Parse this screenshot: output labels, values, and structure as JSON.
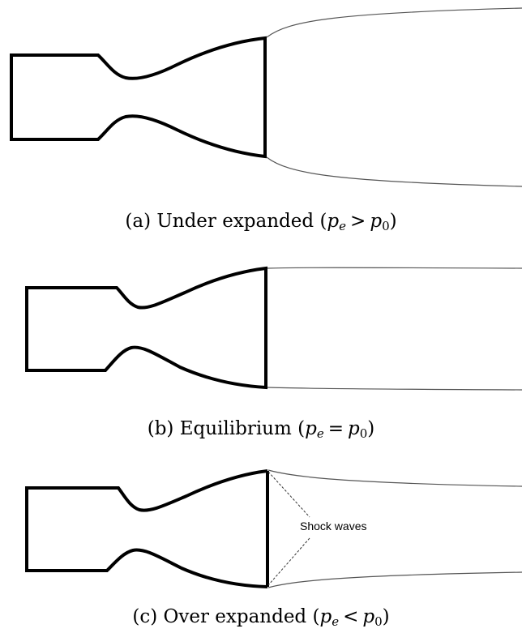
{
  "panels": [
    {
      "id": "a",
      "label": "(a)",
      "state": "Under expanded",
      "open": "(",
      "lhs": "p",
      "lhs_sub": "e",
      "relation": ">",
      "rhs": "p",
      "rhs_sub": "0",
      "close": ")"
    },
    {
      "id": "b",
      "label": "(b)",
      "state": "Equilibrium",
      "open": "(",
      "lhs": "p",
      "lhs_sub": "e",
      "relation": "=",
      "rhs": "p",
      "rhs_sub": "0",
      "close": ")"
    },
    {
      "id": "c",
      "label": "(c)",
      "state": "Over expanded",
      "open": "(",
      "lhs": "p",
      "lhs_sub": "e",
      "relation": "<",
      "rhs": "p",
      "rhs_sub": "0",
      "close": ")"
    }
  ],
  "annotation": {
    "shock_label": "Shock waves"
  }
}
